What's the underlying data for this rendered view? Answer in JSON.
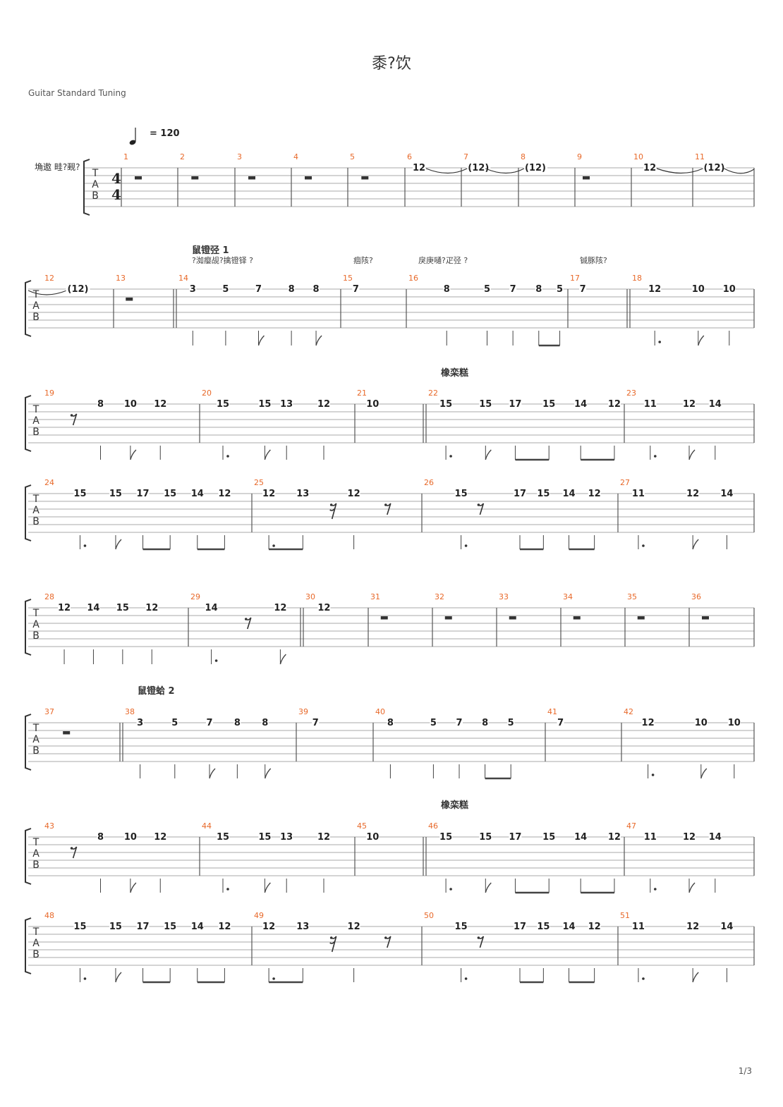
{
  "header": {
    "title": "黍?饮",
    "tuning": "Guitar Standard Tuning",
    "tempo": "= 120",
    "track_name": "埆遨 畦?觋?",
    "page": "1/3"
  },
  "sections": {
    "verse1": "鼠镫弪 1",
    "verse2": "鼠镫蛤 2",
    "chorus": "橡栾糕"
  },
  "lyric_chords": [
    "?洳瘿觇?擒镫铎 ?",
    "痼陔?",
    "戾庚嗵?疋弪 ?",
    "铖豚陔?"
  ],
  "rows": [
    {
      "first": true,
      "measures": [
        {
          "n": "1",
          "notes": [],
          "rests": [
            [
              "whole",
              0.3
            ]
          ]
        },
        {
          "n": "2",
          "notes": [],
          "rests": [
            [
              "whole",
              0.3
            ]
          ]
        },
        {
          "n": "3",
          "notes": [],
          "rests": [
            [
              "whole",
              0.3
            ]
          ]
        },
        {
          "n": "4",
          "notes": [],
          "rests": [
            [
              "whole",
              0.3
            ]
          ]
        },
        {
          "n": "5",
          "notes": [],
          "rests": [
            [
              "whole",
              0.3
            ]
          ]
        },
        {
          "n": "6",
          "notes": [
            [
              "12",
              0.25,
              "",
              ""
            ]
          ],
          "tie_out": true
        },
        {
          "n": "7",
          "notes": [
            [
              "(12)",
              0.3,
              "",
              ""
            ]
          ],
          "tie_out": true
        },
        {
          "n": "8",
          "notes": [
            [
              "(12)",
              0.3,
              "",
              ""
            ]
          ]
        },
        {
          "n": "9",
          "notes": [],
          "rests": [
            [
              "whole",
              0.2
            ]
          ]
        },
        {
          "n": "10",
          "notes": [
            [
              "12",
              0.3,
              "",
              ""
            ]
          ],
          "tie_out": true
        },
        {
          "n": "11",
          "notes": [
            [
              "(12)",
              0.35,
              "",
              ""
            ]
          ],
          "tie_out": true
        }
      ]
    },
    {
      "measures": [
        {
          "n": "12",
          "notes": [
            [
              "(12)",
              0.5,
              "",
              ""
            ]
          ],
          "tie_in": true
        },
        {
          "n": "13",
          "notes": [],
          "rests": [
            [
              "whole",
              0.25
            ]
          ],
          "double_end": true
        },
        {
          "n": "14",
          "notes": [
            [
              "3",
              0.1,
              "q",
              ""
            ],
            [
              "5",
              0.3,
              "q",
              ""
            ],
            [
              "7",
              0.5,
              "8",
              ""
            ],
            [
              "8",
              0.7,
              "q",
              ""
            ],
            [
              "8",
              0.85,
              "8",
              ""
            ]
          ]
        },
        {
          "n": "15",
          "notes": [
            [
              "7",
              0.23,
              "",
              ""
            ]
          ]
        },
        {
          "n": "16",
          "notes": [
            [
              "8",
              0.25,
              "q",
              ""
            ],
            [
              "5",
              0.5,
              "q",
              ""
            ],
            [
              "7",
              0.66,
              "q",
              ""
            ],
            [
              "8",
              0.82,
              "b",
              ""
            ],
            [
              "5",
              0.95,
              "b",
              ""
            ]
          ]
        },
        {
          "n": "17",
          "notes": [
            [
              "7",
              0.24,
              "",
              ""
            ]
          ],
          "double_end": true
        },
        {
          "n": "18",
          "notes": [
            [
              "12",
              0.2,
              "qd",
              ""
            ],
            [
              "10",
              0.55,
              "8",
              ""
            ],
            [
              "10",
              0.8,
              "q",
              ""
            ]
          ]
        }
      ]
    },
    {
      "measures": [
        {
          "n": "19",
          "notes": [
            [
              "8",
              0.37,
              "q",
              ""
            ],
            [
              "10",
              0.56,
              "8",
              ""
            ],
            [
              "12",
              0.75,
              "q",
              ""
            ]
          ],
          "rests": [
            [
              "eighth",
              0.2
            ]
          ]
        },
        {
          "n": "20",
          "notes": [
            [
              "15",
              0.15,
              "qd",
              ""
            ],
            [
              "15",
              0.42,
              "8",
              ""
            ],
            [
              "13",
              0.56,
              "q",
              ""
            ],
            [
              "12",
              0.8,
              "q",
              ""
            ]
          ]
        },
        {
          "n": "21",
          "notes": [
            [
              "10",
              0.25,
              "",
              ""
            ]
          ],
          "double_end": true
        },
        {
          "n": "22",
          "notes": [
            [
              "15",
              0.1,
              "qd",
              ""
            ],
            [
              "15",
              0.3,
              "8",
              ""
            ],
            [
              "17",
              0.45,
              "b",
              ""
            ],
            [
              "15",
              0.62,
              "b",
              ""
            ],
            [
              "14",
              0.78,
              "b",
              ""
            ],
            [
              "12",
              0.95,
              "b",
              ""
            ]
          ]
        },
        {
          "n": "23",
          "notes": [
            [
              "11",
              0.2,
              "qd",
              ""
            ],
            [
              "12",
              0.5,
              "8",
              ""
            ],
            [
              "14",
              0.7,
              "q",
              ""
            ]
          ]
        }
      ]
    },
    {
      "measures": [
        {
          "n": "24",
          "notes": [
            [
              "15",
              0.18,
              "qd",
              ""
            ],
            [
              "15",
              0.35,
              "8",
              ""
            ],
            [
              "17",
              0.48,
              "b",
              ""
            ],
            [
              "15",
              0.61,
              "b",
              ""
            ],
            [
              "14",
              0.74,
              "b",
              ""
            ],
            [
              "12",
              0.87,
              "b",
              ""
            ]
          ]
        },
        {
          "n": "25",
          "notes": [
            [
              "12",
              0.1,
              "bd",
              ""
            ],
            [
              "13",
              0.3,
              "b",
              ""
            ],
            [
              "12",
              0.6,
              "q",
              ""
            ]
          ],
          "rests": [
            [
              "sixteenth",
              0.48
            ],
            [
              "eighth",
              0.8
            ]
          ]
        },
        {
          "n": "26",
          "notes": [
            [
              "15",
              0.2,
              "qd",
              ""
            ],
            [
              "17",
              0.5,
              "b",
              ""
            ],
            [
              "15",
              0.62,
              "b",
              ""
            ],
            [
              "14",
              0.75,
              "b",
              ""
            ],
            [
              "12",
              0.88,
              "b",
              ""
            ]
          ],
          "rests": [
            [
              "eighth",
              0.3
            ]
          ]
        },
        {
          "n": "27",
          "notes": [
            [
              "11",
              0.15,
              "qd",
              ""
            ],
            [
              "12",
              0.55,
              "8",
              ""
            ],
            [
              "14",
              0.8,
              "q",
              ""
            ]
          ]
        }
      ]
    },
    {
      "measures": [
        {
          "n": "28",
          "notes": [
            [
              "12",
              0.15,
              "q",
              ""
            ],
            [
              "14",
              0.35,
              "q",
              ""
            ],
            [
              "15",
              0.55,
              "q",
              ""
            ],
            [
              "12",
              0.75,
              "q",
              ""
            ]
          ]
        },
        {
          "n": "29",
          "notes": [
            [
              "14",
              0.2,
              "qd",
              ""
            ],
            [
              "12",
              0.8,
              "8",
              ""
            ]
          ],
          "rests": [
            [
              "eighth",
              0.52
            ]
          ],
          "double_end": true
        },
        {
          "n": "30",
          "notes": [
            [
              "12",
              0.32,
              "",
              ""
            ]
          ]
        },
        {
          "n": "31",
          "notes": [],
          "rests": [
            [
              "whole",
              0.25
            ]
          ]
        },
        {
          "n": "32",
          "notes": [],
          "rests": [
            [
              "whole",
              0.25
            ]
          ]
        },
        {
          "n": "33",
          "notes": [],
          "rests": [
            [
              "whole",
              0.25
            ]
          ]
        },
        {
          "n": "34",
          "notes": [],
          "rests": [
            [
              "whole",
              0.25
            ]
          ]
        },
        {
          "n": "35",
          "notes": [],
          "rests": [
            [
              "whole",
              0.25
            ]
          ]
        },
        {
          "n": "36",
          "notes": [],
          "rests": [
            [
              "whole",
              0.25
            ]
          ]
        }
      ]
    },
    {
      "measures": [
        {
          "n": "37",
          "notes": [],
          "rests": [
            [
              "whole",
              0.3
            ]
          ],
          "double_end": true
        },
        {
          "n": "38",
          "notes": [
            [
              "3",
              0.1,
              "q",
              ""
            ],
            [
              "5",
              0.3,
              "q",
              ""
            ],
            [
              "7",
              0.5,
              "8",
              ""
            ],
            [
              "8",
              0.66,
              "q",
              ""
            ],
            [
              "8",
              0.82,
              "8",
              ""
            ]
          ]
        },
        {
          "n": "39",
          "notes": [
            [
              "7",
              0.25,
              "",
              ""
            ]
          ]
        },
        {
          "n": "40",
          "notes": [
            [
              "8",
              0.1,
              "q",
              ""
            ],
            [
              "5",
              0.35,
              "q",
              ""
            ],
            [
              "7",
              0.5,
              "q",
              ""
            ],
            [
              "8",
              0.65,
              "b",
              ""
            ],
            [
              "5",
              0.8,
              "b",
              ""
            ]
          ]
        },
        {
          "n": "41",
          "notes": [
            [
              "7",
              0.2,
              "",
              ""
            ]
          ]
        },
        {
          "n": "42",
          "notes": [
            [
              "12",
              0.2,
              "qd",
              ""
            ],
            [
              "10",
              0.6,
              "8",
              ""
            ],
            [
              "10",
              0.85,
              "q",
              ""
            ]
          ]
        }
      ]
    },
    {
      "measures": [
        {
          "n": "43",
          "notes": [
            [
              "8",
              0.37,
              "q",
              ""
            ],
            [
              "10",
              0.56,
              "8",
              ""
            ],
            [
              "12",
              0.75,
              "q",
              ""
            ]
          ],
          "rests": [
            [
              "eighth",
              0.2
            ]
          ]
        },
        {
          "n": "44",
          "notes": [
            [
              "15",
              0.15,
              "qd",
              ""
            ],
            [
              "15",
              0.42,
              "8",
              ""
            ],
            [
              "13",
              0.56,
              "q",
              ""
            ],
            [
              "12",
              0.8,
              "q",
              ""
            ]
          ]
        },
        {
          "n": "45",
          "notes": [
            [
              "10",
              0.25,
              "",
              ""
            ]
          ],
          "double_end": true
        },
        {
          "n": "46",
          "notes": [
            [
              "15",
              0.1,
              "qd",
              ""
            ],
            [
              "15",
              0.3,
              "8",
              ""
            ],
            [
              "17",
              0.45,
              "b",
              ""
            ],
            [
              "15",
              0.62,
              "b",
              ""
            ],
            [
              "14",
              0.78,
              "b",
              ""
            ],
            [
              "12",
              0.95,
              "b",
              ""
            ]
          ]
        },
        {
          "n": "47",
          "notes": [
            [
              "11",
              0.2,
              "qd",
              ""
            ],
            [
              "12",
              0.5,
              "8",
              ""
            ],
            [
              "14",
              0.7,
              "q",
              ""
            ]
          ]
        }
      ]
    },
    {
      "measures": [
        {
          "n": "48",
          "notes": [
            [
              "15",
              0.18,
              "qd",
              ""
            ],
            [
              "15",
              0.35,
              "8",
              ""
            ],
            [
              "17",
              0.48,
              "b",
              ""
            ],
            [
              "15",
              0.61,
              "b",
              ""
            ],
            [
              "14",
              0.74,
              "b",
              ""
            ],
            [
              "12",
              0.87,
              "b",
              ""
            ]
          ]
        },
        {
          "n": "49",
          "notes": [
            [
              "12",
              0.1,
              "bd",
              ""
            ],
            [
              "13",
              0.3,
              "b",
              ""
            ],
            [
              "12",
              0.6,
              "q",
              ""
            ]
          ],
          "rests": [
            [
              "sixteenth",
              0.48
            ],
            [
              "eighth",
              0.8
            ]
          ]
        },
        {
          "n": "50",
          "notes": [
            [
              "15",
              0.2,
              "qd",
              ""
            ],
            [
              "17",
              0.5,
              "b",
              ""
            ],
            [
              "15",
              0.62,
              "b",
              ""
            ],
            [
              "14",
              0.75,
              "b",
              ""
            ],
            [
              "12",
              0.88,
              "b",
              ""
            ]
          ],
          "rests": [
            [
              "eighth",
              0.3
            ]
          ]
        },
        {
          "n": "51",
          "notes": [
            [
              "11",
              0.15,
              "qd",
              ""
            ],
            [
              "12",
              0.55,
              "8",
              ""
            ],
            [
              "14",
              0.8,
              "q",
              ""
            ]
          ]
        }
      ]
    }
  ]
}
